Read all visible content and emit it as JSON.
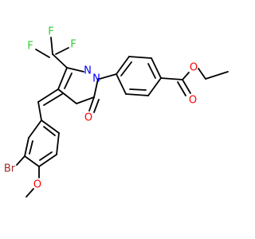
{
  "molecule": {
    "atoms": {
      "F1": "F",
      "F2": "F",
      "F3": "F",
      "N1": "N",
      "N2": "N",
      "O_ketone": "O",
      "O_ester_single": "O",
      "O_ester_double": "O",
      "Br": "Br",
      "O_methoxy": "O"
    }
  },
  "colors": {
    "carbon_bond": "#000000",
    "fluorine": "#33cc33",
    "nitrogen": "#0000ff",
    "oxygen": "#ff0000",
    "bromine": "#a52a2a"
  }
}
